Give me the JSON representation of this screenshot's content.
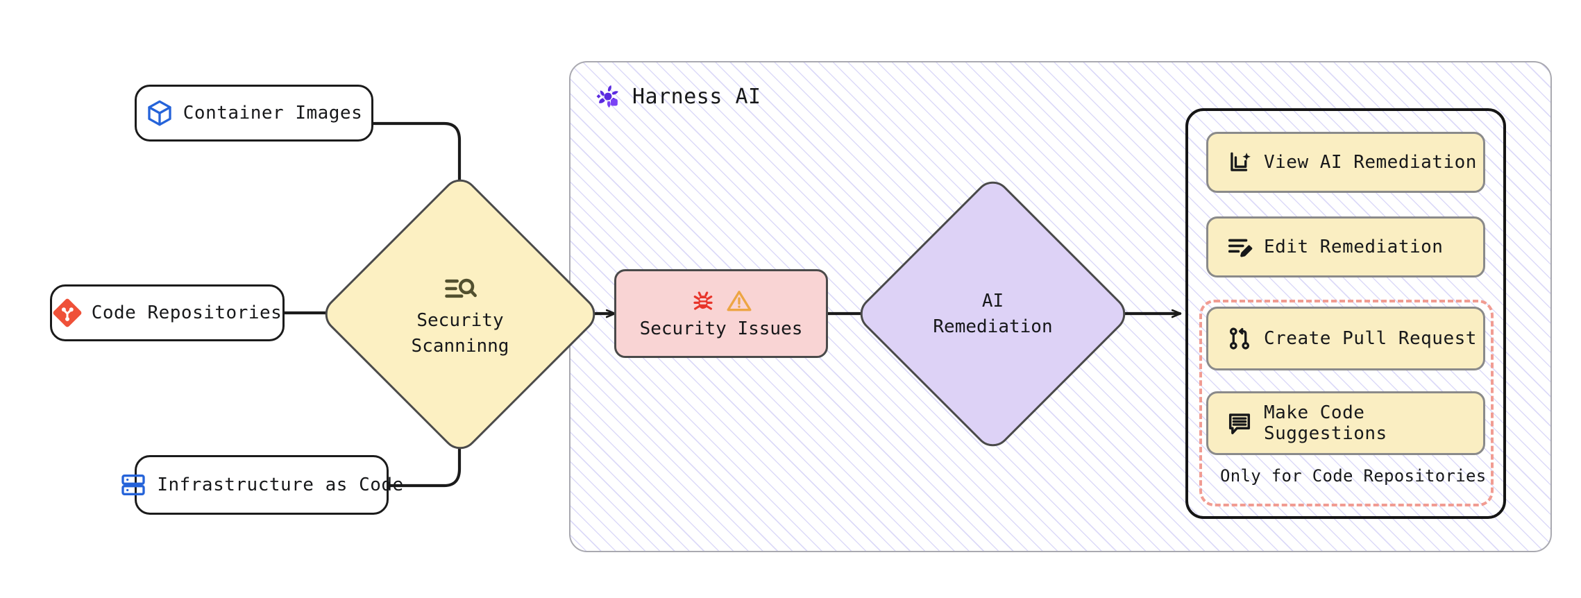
{
  "sources": [
    {
      "id": "container-images",
      "label": "Container Images",
      "icon": "cube-icon"
    },
    {
      "id": "code-repositories",
      "label": "Code Repositories",
      "icon": "git-icon"
    },
    {
      "id": "infrastructure-as-code",
      "label": "Infrastructure as Code",
      "icon": "server-stack-icon"
    }
  ],
  "scanning": {
    "line1": "Security",
    "line2": "Scanninng",
    "icon": "scan-search-icon",
    "fill": "#fcf0c2"
  },
  "panel": {
    "title": "Harness AI",
    "logo": "harness-logo-icon"
  },
  "issues": {
    "label": "Security Issues",
    "icons": [
      "bug-icon",
      "warning-triangle-icon"
    ],
    "fill": "#f9d4d4"
  },
  "remediation": {
    "line1": "AI",
    "line2": "Remediation",
    "fill": "#ddd2f6"
  },
  "actions": [
    {
      "id": "view-ai-remediation",
      "label": "View AI Remediation",
      "icon": "sparkle-doc-icon"
    },
    {
      "id": "edit-remediation",
      "label": "Edit Remediation",
      "icon": "list-pencil-icon"
    },
    {
      "id": "create-pull-request",
      "label": "Create Pull Request",
      "icon": "pull-request-icon"
    },
    {
      "id": "make-code-suggestions",
      "label": "Make Code Suggestions",
      "icon": "comment-lines-icon"
    }
  ],
  "dashed_group": {
    "caption": "Only for Code Repositories",
    "color": "#f19c92"
  },
  "colors": {
    "accent_purple": "#6b3ff0",
    "git_orange": "#ef5139",
    "cube_blue": "#2563d9",
    "bug_red": "#e8342a",
    "warning_orange": "#eda543"
  }
}
